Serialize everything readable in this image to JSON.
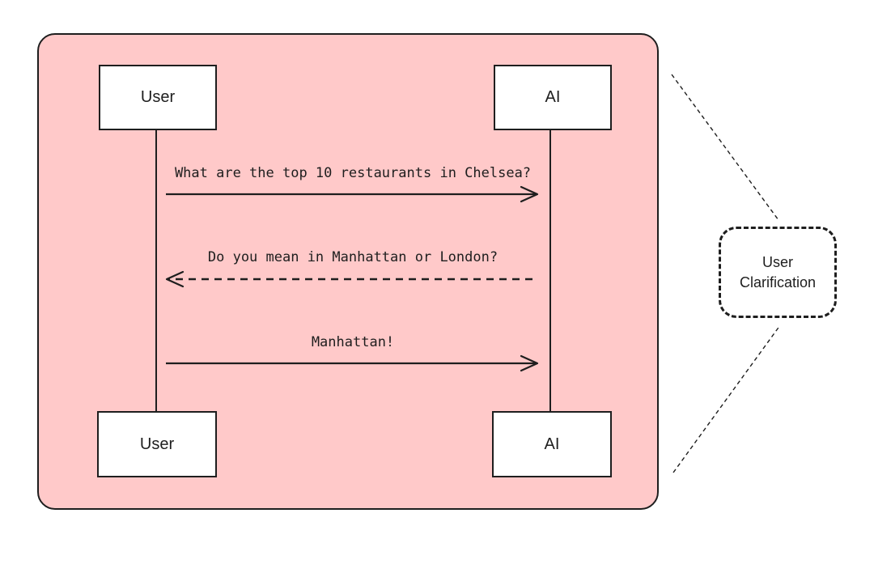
{
  "diagram": {
    "actors_top": [
      "User",
      "AI"
    ],
    "actors_bottom": [
      "User",
      "AI"
    ],
    "messages": [
      {
        "text": "What are the top 10 restaurants in Chelsea?",
        "direction": "user-to-ai",
        "style": "solid"
      },
      {
        "text": "Do you mean in Manhattan or London?",
        "direction": "ai-to-user",
        "style": "dashed"
      },
      {
        "text": "Manhattan!",
        "direction": "user-to-ai",
        "style": "solid"
      }
    ],
    "callout_label": "User Clarification"
  },
  "colors": {
    "frame_fill": "#ffc9c9",
    "stroke": "#1e1e1e",
    "box_fill": "#ffffff"
  }
}
